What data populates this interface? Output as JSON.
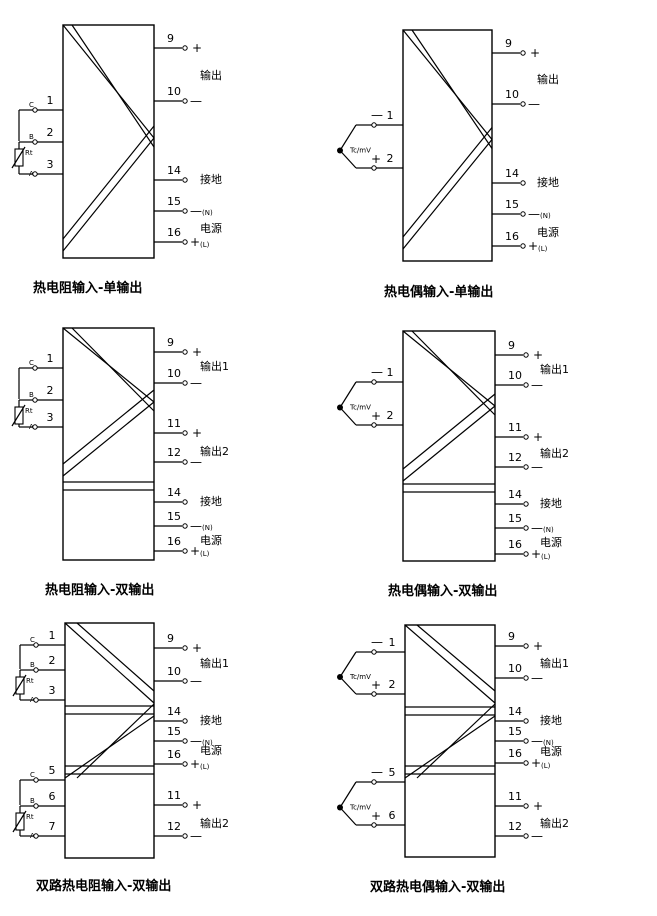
{
  "labels": {
    "output": "输出",
    "output1": "输出1",
    "output2": "输出2",
    "ground": "接地",
    "power": "电源",
    "plus": "+",
    "minus": "—",
    "n": "(N)",
    "l": "(L)",
    "rtd_c": "C",
    "rtd_b": "B",
    "rtd_a": "A",
    "rt": "Rt",
    "tc": "Tc/mV"
  },
  "diagrams": [
    {
      "id": "rtd-single",
      "caption": "热电阻输入-单输出",
      "input_pins": [
        "1",
        "2",
        "3"
      ],
      "output_terminals": [
        "9",
        "10"
      ],
      "ground_terminal": "14",
      "power_terminals": [
        "15",
        "16"
      ]
    },
    {
      "id": "tc-single",
      "caption": "热电偶输入-单输出",
      "input_pins": [
        "1",
        "2"
      ],
      "output_terminals": [
        "9",
        "10"
      ],
      "ground_terminal": "14",
      "power_terminals": [
        "15",
        "16"
      ]
    },
    {
      "id": "rtd-dual",
      "caption": "热电阻输入-双输出",
      "input_pins": [
        "1",
        "2",
        "3"
      ],
      "output1_terminals": [
        "9",
        "10"
      ],
      "output2_terminals": [
        "11",
        "12"
      ],
      "ground_terminal": "14",
      "power_terminals": [
        "15",
        "16"
      ]
    },
    {
      "id": "tc-dual",
      "caption": "热电偶输入-双输出",
      "input_pins": [
        "1",
        "2"
      ],
      "output1_terminals": [
        "9",
        "10"
      ],
      "output2_terminals": [
        "11",
        "12"
      ],
      "ground_terminal": "14",
      "power_terminals": [
        "15",
        "16"
      ]
    },
    {
      "id": "rtd-2ch",
      "caption": "双路热电阻输入-双输出",
      "ch1_pins": [
        "1",
        "2",
        "3"
      ],
      "ch2_pins": [
        "5",
        "6",
        "7"
      ],
      "output1_terminals": [
        "9",
        "10"
      ],
      "output2_terminals": [
        "11",
        "12"
      ],
      "ground_terminal": "14",
      "power_terminals": [
        "15",
        "16"
      ]
    },
    {
      "id": "tc-2ch",
      "caption": "双路热电偶输入-双输出",
      "ch1_pins": [
        "1",
        "2"
      ],
      "ch2_pins": [
        "5",
        "6"
      ],
      "output1_terminals": [
        "9",
        "10"
      ],
      "output2_terminals": [
        "11",
        "12"
      ],
      "ground_terminal": "14",
      "power_terminals": [
        "15",
        "16"
      ]
    }
  ]
}
